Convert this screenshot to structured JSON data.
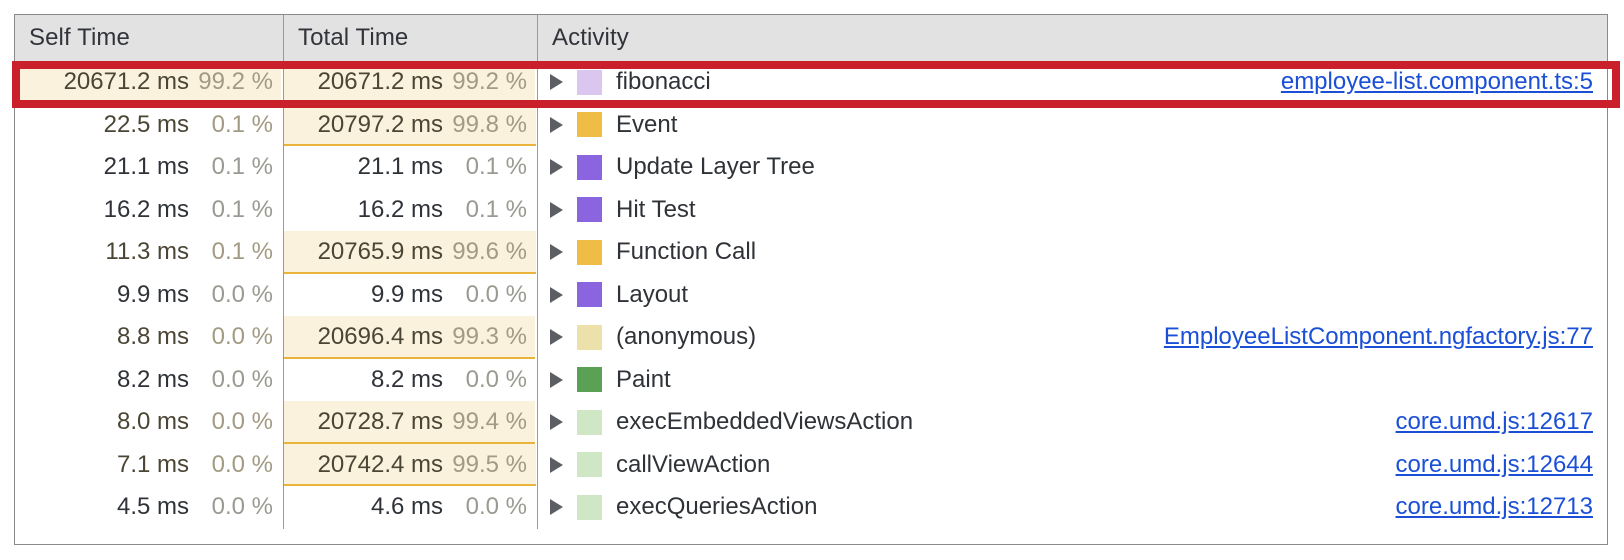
{
  "table": {
    "columns": [
      {
        "key": "self_time",
        "label": "Self Time"
      },
      {
        "key": "total_time",
        "label": "Total Time"
      },
      {
        "key": "activity",
        "label": "Activity"
      }
    ],
    "rows": [
      {
        "self_ms": "20671.2 ms",
        "self_pct": "99.2 %",
        "self_bar_pct": 99.2,
        "self_highlight": true,
        "total_ms": "20671.2 ms",
        "total_pct": "99.2 %",
        "total_bar_pct": 99.2,
        "total_highlight": true,
        "activity": "fibonacci",
        "swatch_color": "#dac6ef",
        "link": "employee-list.component.ts:5",
        "annotated": true
      },
      {
        "self_ms": "22.5 ms",
        "self_pct": "0.1 %",
        "self_bar_pct": 0.1,
        "self_highlight": false,
        "total_ms": "20797.2 ms",
        "total_pct": "99.8 %",
        "total_bar_pct": 99.8,
        "total_highlight": true,
        "activity": "Event",
        "swatch_color": "#efbd45",
        "link": "",
        "annotated": false
      },
      {
        "self_ms": "21.1 ms",
        "self_pct": "0.1 %",
        "self_bar_pct": 0.1,
        "self_highlight": false,
        "total_ms": "21.1 ms",
        "total_pct": "0.1 %",
        "total_bar_pct": 0.1,
        "total_highlight": false,
        "activity": "Update Layer Tree",
        "swatch_color": "#8b65e0",
        "link": "",
        "annotated": false
      },
      {
        "self_ms": "16.2 ms",
        "self_pct": "0.1 %",
        "self_bar_pct": 0.1,
        "self_highlight": false,
        "total_ms": "16.2 ms",
        "total_pct": "0.1 %",
        "total_bar_pct": 0.1,
        "total_highlight": false,
        "activity": "Hit Test",
        "swatch_color": "#8b65e0",
        "link": "",
        "annotated": false
      },
      {
        "self_ms": "11.3 ms",
        "self_pct": "0.1 %",
        "self_bar_pct": 0.1,
        "self_highlight": false,
        "total_ms": "20765.9 ms",
        "total_pct": "99.6 %",
        "total_bar_pct": 99.6,
        "total_highlight": true,
        "activity": "Function Call",
        "swatch_color": "#efbd45",
        "link": "",
        "annotated": false
      },
      {
        "self_ms": "9.9 ms",
        "self_pct": "0.0 %",
        "self_bar_pct": 0.0,
        "self_highlight": false,
        "total_ms": "9.9 ms",
        "total_pct": "0.0 %",
        "total_bar_pct": 0.0,
        "total_highlight": false,
        "activity": "Layout",
        "swatch_color": "#8b65e0",
        "link": "",
        "annotated": false
      },
      {
        "self_ms": "8.8 ms",
        "self_pct": "0.0 %",
        "self_bar_pct": 0.0,
        "self_highlight": false,
        "total_ms": "20696.4 ms",
        "total_pct": "99.3 %",
        "total_bar_pct": 99.3,
        "total_highlight": true,
        "activity": "(anonymous)",
        "swatch_color": "#ece1ab",
        "link": "EmployeeListComponent.ngfactory.js:77",
        "annotated": false
      },
      {
        "self_ms": "8.2 ms",
        "self_pct": "0.0 %",
        "self_bar_pct": 0.0,
        "self_highlight": false,
        "total_ms": "8.2 ms",
        "total_pct": "0.0 %",
        "total_bar_pct": 0.0,
        "total_highlight": false,
        "activity": "Paint",
        "swatch_color": "#5aa155",
        "link": "",
        "annotated": false
      },
      {
        "self_ms": "8.0 ms",
        "self_pct": "0.0 %",
        "self_bar_pct": 0.0,
        "self_highlight": false,
        "total_ms": "20728.7 ms",
        "total_pct": "99.4 %",
        "total_bar_pct": 99.4,
        "total_highlight": true,
        "activity": "execEmbeddedViewsAction",
        "swatch_color": "#cfe7c4",
        "link": "core.umd.js:12617",
        "annotated": false
      },
      {
        "self_ms": "7.1 ms",
        "self_pct": "0.0 %",
        "self_bar_pct": 0.0,
        "self_highlight": false,
        "total_ms": "20742.4 ms",
        "total_pct": "99.5 %",
        "total_bar_pct": 99.5,
        "total_highlight": true,
        "activity": "callViewAction",
        "swatch_color": "#cfe7c4",
        "link": "core.umd.js:12644",
        "annotated": false
      },
      {
        "self_ms": "4.5 ms",
        "self_pct": "0.0 %",
        "self_bar_pct": 0.0,
        "self_highlight": false,
        "total_ms": "4.6 ms",
        "total_pct": "0.0 %",
        "total_bar_pct": 0.0,
        "total_highlight": false,
        "activity": "execQueriesAction",
        "swatch_color": "#cfe7c4",
        "link": "core.umd.js:12713",
        "annotated": false
      }
    ]
  },
  "annotation": {
    "color": "#c9202b",
    "target_row_index": 0
  },
  "colors": {
    "header_bg": "#e2e2e2",
    "bar_bg": "#faf2dd",
    "bar_border": "#e8b43c",
    "link": "#1a4fd6",
    "text": "#2f3338",
    "muted_text": "#9a9a92",
    "grid": "#9a9a9a"
  }
}
